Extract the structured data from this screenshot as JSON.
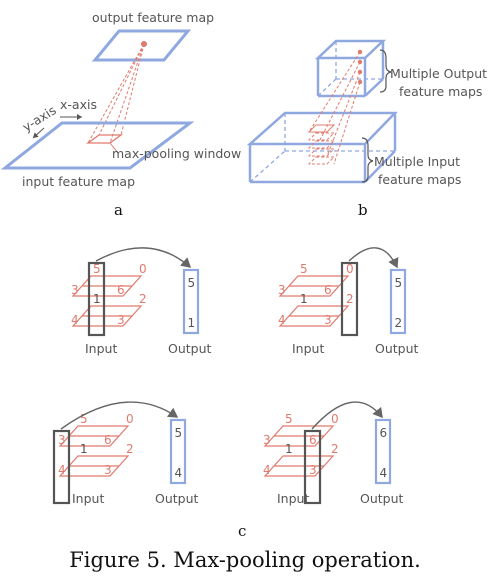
{
  "colors": {
    "blue": "#8fa8e0",
    "red": "#e07a6e",
    "dark_box": "#555555",
    "text": "#555555",
    "arrow": "#666666"
  },
  "panel_a": {
    "output_label": "output feature map",
    "input_label": "input feature map",
    "window_label": "max-pooling window",
    "x_axis_label": "x-axis",
    "y_axis_label": "y-axis",
    "sub_label": "a"
  },
  "panel_b": {
    "output_label_1": "Multiple Output",
    "output_label_2": "feature maps",
    "input_label_1": "Multiple Input",
    "input_label_2": "feature maps",
    "sub_label": "b"
  },
  "panel_c": {
    "sub_label": "c",
    "input_label": "Input",
    "output_label": "Output",
    "steps": [
      {
        "top": {
          "tl": "5",
          "tr": "0",
          "bl": "3",
          "br": "6"
        },
        "bottom": {
          "tl": "1",
          "tr": "2",
          "bl": "4",
          "br": "3"
        },
        "window": "left-top",
        "output": [
          "5",
          "1"
        ]
      },
      {
        "top": {
          "tl": "5",
          "tr": "0",
          "bl": "3",
          "br": "6"
        },
        "bottom": {
          "tl": "1",
          "tr": "2",
          "bl": "4",
          "br": "3"
        },
        "window": "right-top",
        "output": [
          "5",
          "2"
        ]
      },
      {
        "top": {
          "tl": "5",
          "tr": "0",
          "bl": "3",
          "br": "6"
        },
        "bottom": {
          "tl": "1",
          "tr": "2",
          "bl": "4",
          "br": "3"
        },
        "window": "left-bottom",
        "output": [
          "5",
          "4"
        ]
      },
      {
        "top": {
          "tl": "5",
          "tr": "0",
          "bl": "3",
          "br": "6"
        },
        "bottom": {
          "tl": "1",
          "tr": "2",
          "bl": "4",
          "br": "3"
        },
        "window": "right-bottom",
        "output": [
          "6",
          "4"
        ]
      }
    ]
  },
  "caption": "Figure 5. Max-pooling operation."
}
